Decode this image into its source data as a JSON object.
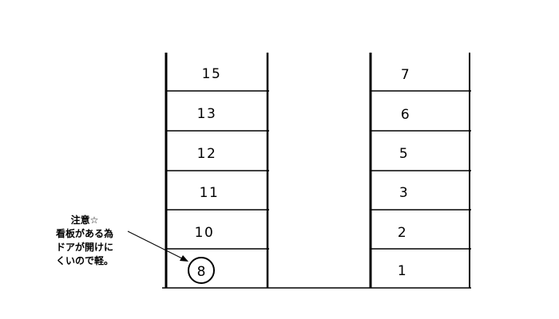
{
  "left_column": {
    "spaces": [
      "15",
      "13",
      "12",
      "11",
      "10",
      "8"
    ]
  },
  "right_column": {
    "spaces": [
      "7",
      "6",
      "5",
      "3",
      "2",
      "1"
    ]
  },
  "highlighted_space": "8",
  "note": {
    "lines": [
      "注意☆",
      "看板がある為",
      "ドアが開けに",
      "くいので軽。"
    ]
  }
}
